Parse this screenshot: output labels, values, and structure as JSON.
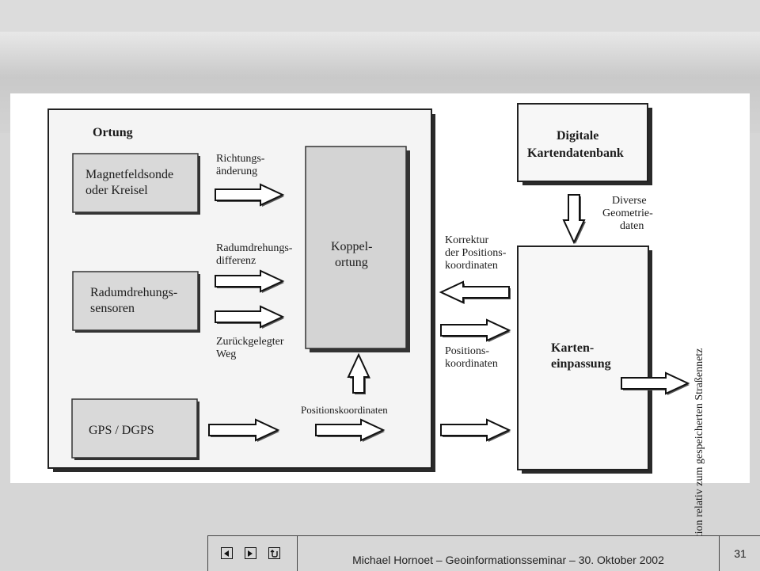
{
  "diagram": {
    "ortung_title": "Ortung",
    "boxes": {
      "magnet": [
        "Magnetfeldsonde",
        "oder Kreisel"
      ],
      "radsensor": [
        "Radumdrehungs-",
        "sensoren"
      ],
      "gps": "GPS / DGPS",
      "koppel": [
        "Koppel-",
        "ortung"
      ],
      "digitale": [
        "Digitale",
        "Kartendatenbank"
      ],
      "karten": [
        "Karten-",
        "einpassung"
      ]
    },
    "labels": {
      "richtung": [
        "Richtungs-",
        "änderung"
      ],
      "raddiff": [
        "Radumdrehungs-",
        "differenz"
      ],
      "zurueck": [
        "Zurückgelegter",
        "Weg"
      ],
      "poskoord": "Positionskoordinaten",
      "diverse": [
        "Diverse",
        "Geometrie-",
        "daten"
      ],
      "korrektur": [
        "Korrektur",
        "der Positions-",
        "koordinaten"
      ],
      "positions": [
        "Positions-",
        "koordinaten"
      ],
      "rotated": "Position relativ zum gespeicherten Straßennetz"
    }
  },
  "footer": {
    "text": "Michael Hornoet – Geoinformationsseminar – 30. Oktober 2002",
    "page": "31",
    "nav_glyphs": [
      "◀",
      "▶",
      "↩"
    ]
  }
}
